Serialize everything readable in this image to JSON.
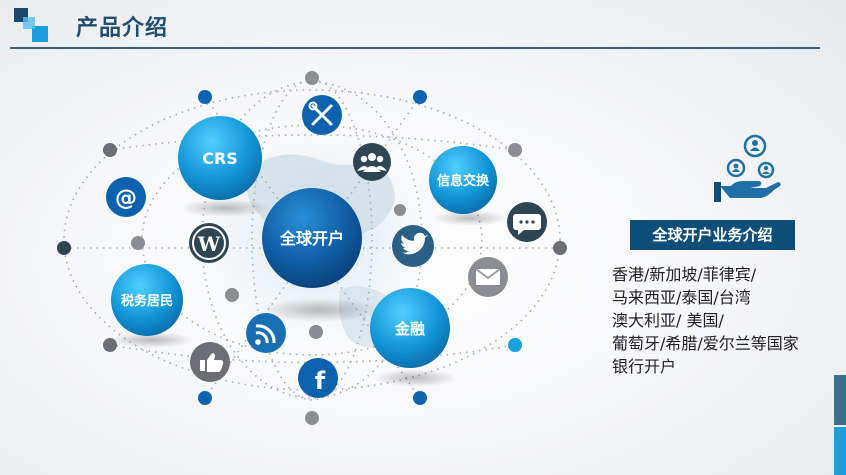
{
  "header": {
    "title": "产品介绍"
  },
  "nodes": {
    "center": "全球开户",
    "crs": "CRS",
    "info": "信息交换",
    "tax": "税务居民",
    "finance": "金融"
  },
  "icons": [
    "tools-icon",
    "group-icon",
    "wordpress-icon",
    "twitter-icon",
    "chat-bubble-icon",
    "email-icon",
    "rss-icon",
    "thumbs-up-icon",
    "facebook-icon",
    "at-sign-icon",
    "people-gears-hand-icon"
  ],
  "side_panel": {
    "heading": "全球开户业务介绍",
    "lines": [
      "香港/新加坡/菲律宾/",
      "马来西亚/泰国/台湾",
      "澳大利亚/ 美国/",
      "葡萄牙/希腊/爱尔兰等国家",
      "银行开户"
    ]
  },
  "colors": {
    "primary": "#0e4f79",
    "accent": "#1aa0dc",
    "gray": "#8a8d91",
    "dark_icon": "#2e4654"
  }
}
